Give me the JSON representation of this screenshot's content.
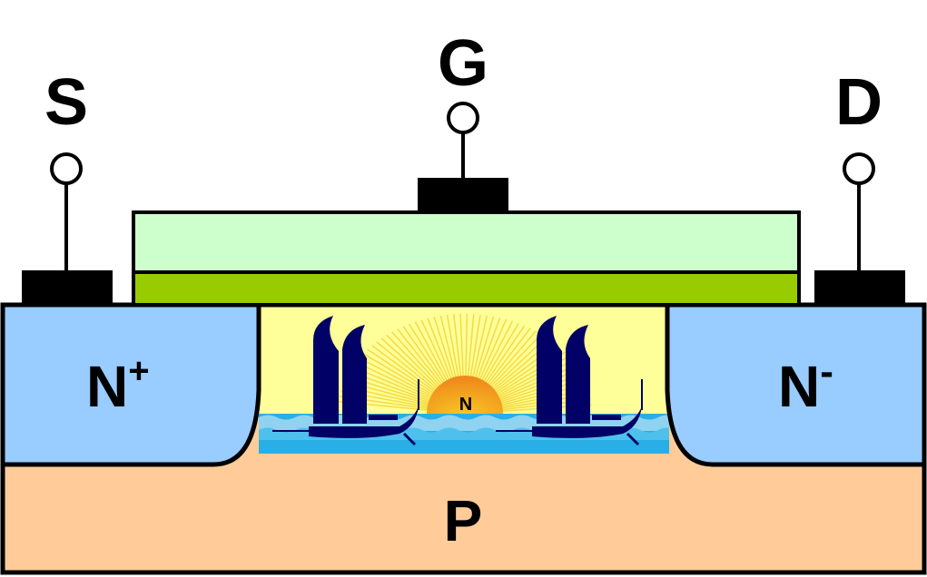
{
  "terminals": {
    "source": "S",
    "gate": "G",
    "drain": "D"
  },
  "regions": {
    "source_region": "N",
    "source_sup": "+",
    "drain_region": "N",
    "drain_sup": "-",
    "substrate": "P",
    "channel": "N"
  },
  "colors": {
    "n_region": "#99CCFF",
    "substrate": "#FFCC99",
    "gate": "#CCFFCC",
    "oxide": "#99CC00",
    "channel_sky": "#FFFF99",
    "water": "#29AEE6",
    "boat": "#000066"
  }
}
